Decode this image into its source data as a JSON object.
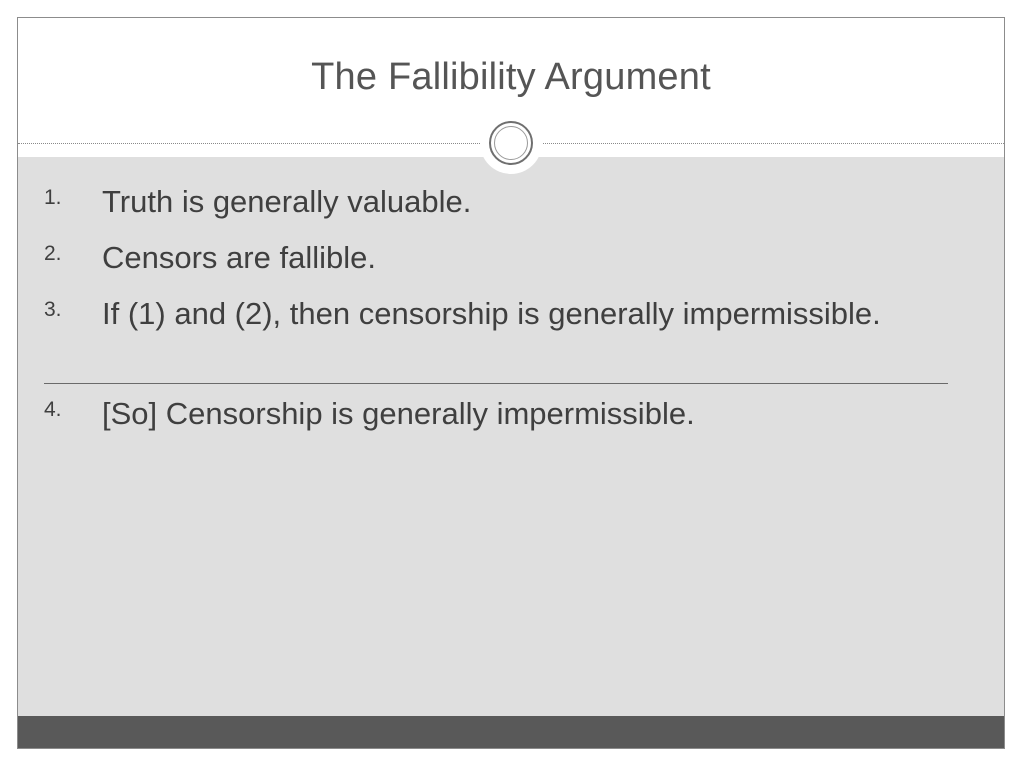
{
  "slide": {
    "title": "The Fallibility Argument",
    "premises": [
      {
        "number": "1.",
        "text": "Truth is generally valuable."
      },
      {
        "number": "2.",
        "text": "Censors are fallible."
      },
      {
        "number": "3.",
        "text": "If (1) and (2), then censorship is generally impermissible."
      }
    ],
    "conclusion": {
      "number": "4.",
      "text": "[So] Censorship is generally impermissible."
    }
  },
  "colors": {
    "content_background": "#dfdfdf",
    "footer_bar": "#595959",
    "title_text": "#555555",
    "body_text": "#3f3f3f"
  }
}
